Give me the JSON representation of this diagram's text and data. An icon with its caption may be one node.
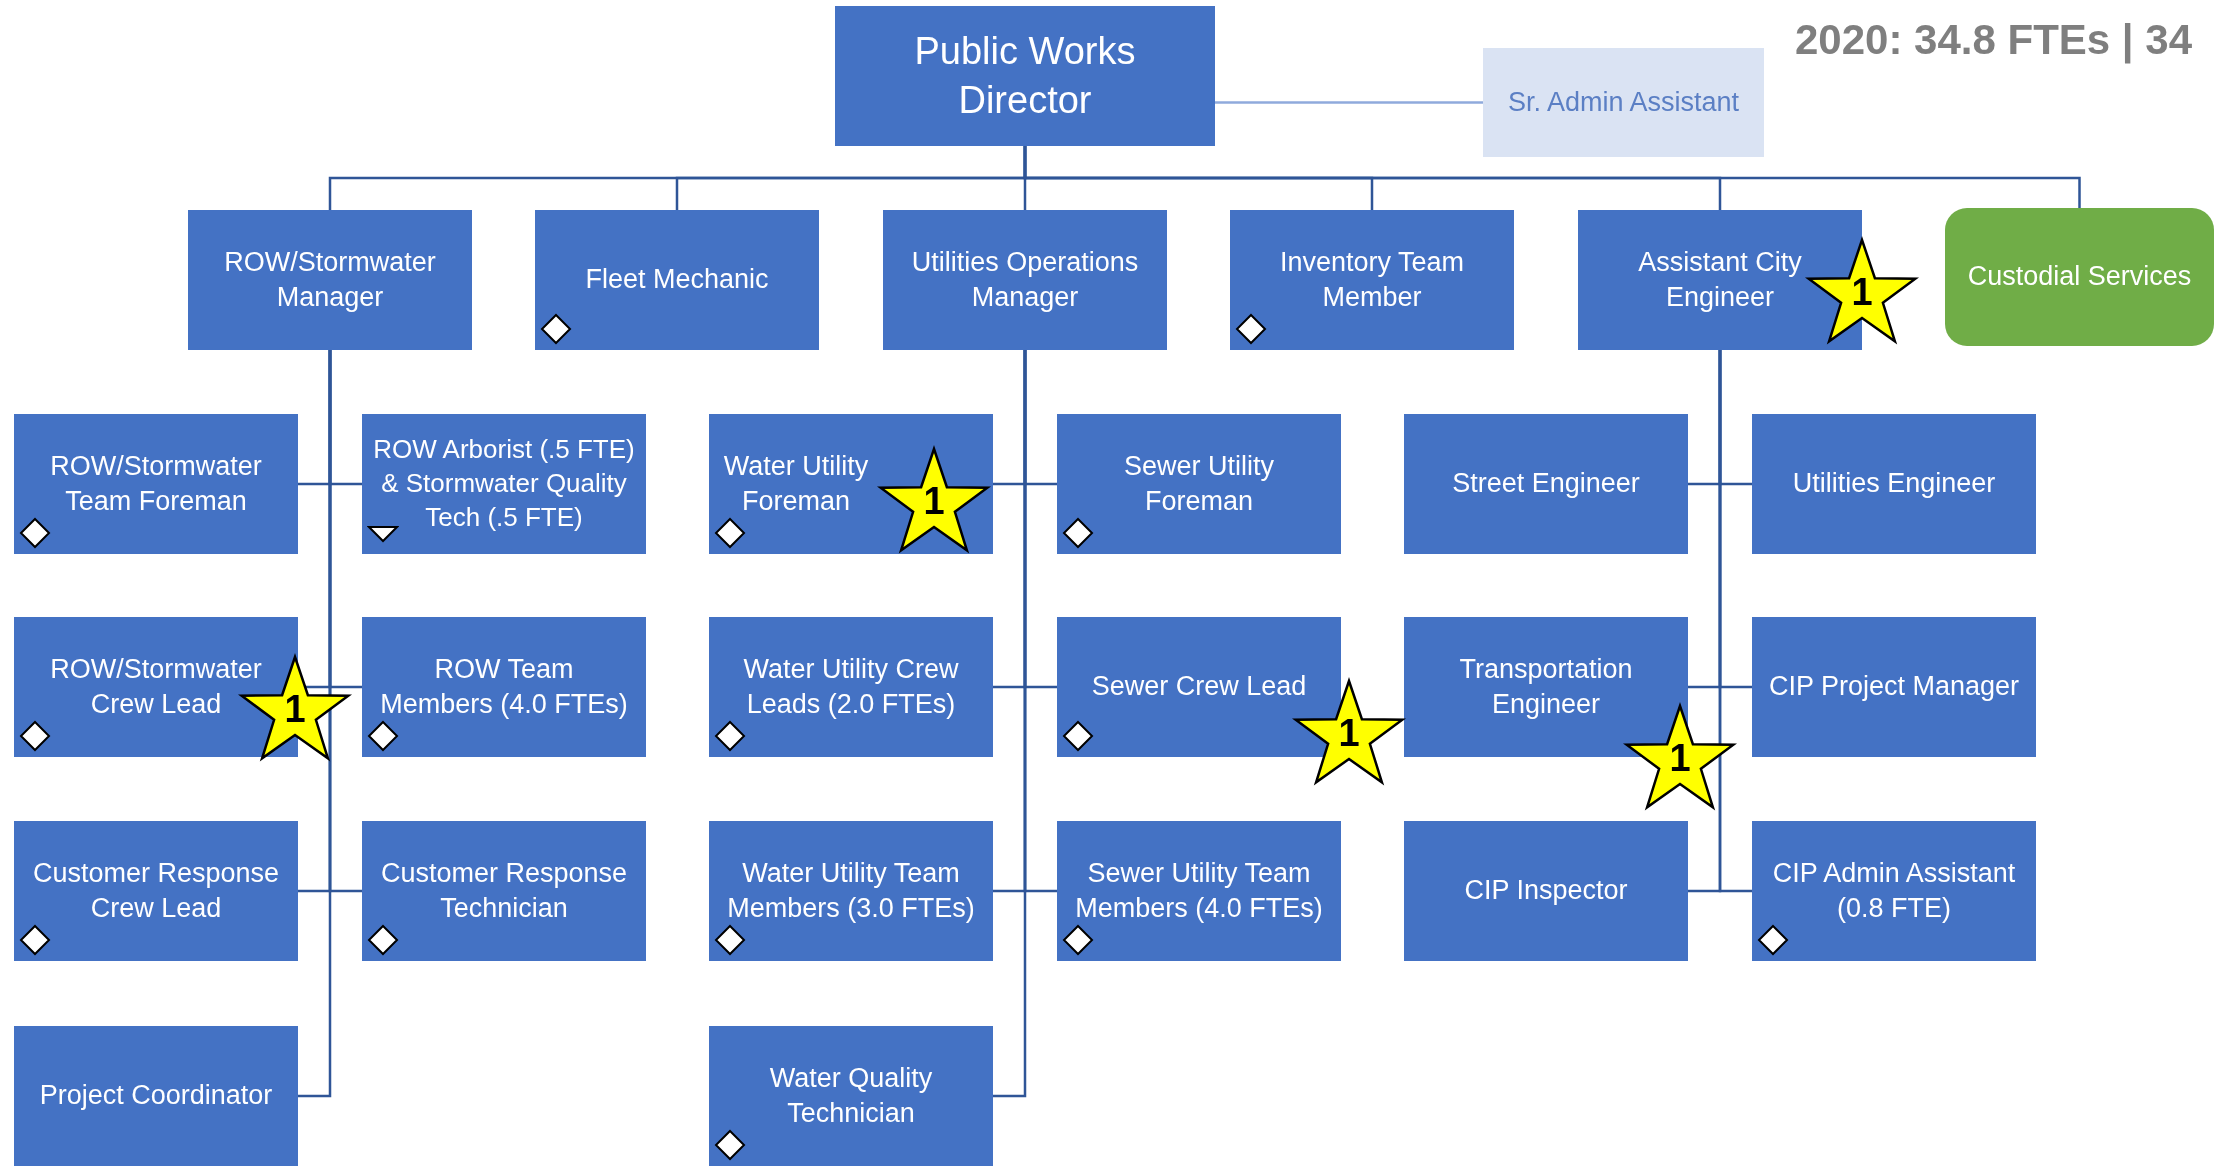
{
  "diagram": {
    "nodes": [
      {
        "text": [
          "Public Works Director"
        ]
      },
      {
        "text": [
          "Sr. Admin Assistant"
        ]
      },
      {
        "text": [
          "ROW/Stormwater Manager"
        ]
      },
      {
        "text": [
          "Fleet Mechanic"
        ]
      },
      {
        "text": [
          "Utilities Operations Manager"
        ]
      },
      {
        "text": [
          "Inventory Team Member"
        ]
      },
      {
        "text": [
          "Assistant City Engineer"
        ]
      },
      {
        "text": [
          "Custodial Services"
        ]
      },
      {
        "text": [
          "ROW/Stormwater Team Foreman"
        ]
      },
      {
        "text": [
          "ROW Arborist (.5 FTE) & Stormwater Quality Tech (.5 FTE)"
        ]
      },
      {
        "text": [
          "Water Utility Foreman"
        ]
      },
      {
        "text": [
          "Sewer Utility Foreman"
        ]
      },
      {
        "text": [
          "Street Engineer"
        ]
      },
      {
        "text": [
          "Utilities Engineer"
        ]
      },
      {
        "text": [
          "ROW/Stormwater Crew Lead"
        ]
      },
      {
        "text": [
          "ROW Team Members (4.0 FTEs)"
        ]
      },
      {
        "text": [
          "Water Utility Crew Leads (2.0 FTEs)"
        ]
      },
      {
        "text": [
          "Sewer Crew Lead"
        ]
      },
      {
        "text": [
          "Transportation Engineer"
        ]
      },
      {
        "text": [
          "CIP Project Manager"
        ]
      },
      {
        "text": [
          "Customer Response Crew Lead"
        ]
      },
      {
        "text": [
          "Customer Response Technician"
        ]
      },
      {
        "text": [
          "Water Utility Team Members (3.0 FTEs)"
        ]
      },
      {
        "text": [
          "Sewer Utility Team Members (4.0 FTEs)"
        ]
      },
      {
        "text": [
          "CIP Inspector"
        ]
      },
      {
        "text": [
          "CIP Admin Assistant (0.8 FTE)"
        ]
      },
      {
        "text": [
          "Project Coordinator"
        ]
      },
      {
        "text": [
          "Water Quality Technician"
        ]
      },
      {
        "text": [
          "1"
        ]
      },
      {
        "text": [
          "1"
        ],
        "in": 10
      },
      {
        "text": [
          "1"
        ]
      },
      {
        "text": [
          "1"
        ]
      },
      {
        "text": [
          "1"
        ]
      }
    ],
    "edges": [
      {
        "from": 0,
        "to": 1,
        "arrow": "none",
        "color": "#8faadc"
      },
      {
        "from": 0,
        "to": 2,
        "arrow": "none"
      },
      {
        "from": 0,
        "to": 3,
        "arrow": "none"
      },
      {
        "from": 0,
        "to": 4,
        "arrow": "none"
      },
      {
        "from": 0,
        "to": 5,
        "arrow": "none"
      },
      {
        "from": 0,
        "to": 6,
        "arrow": "none"
      },
      {
        "from": 0,
        "to": 7,
        "arrow": "none"
      },
      {
        "from": 2,
        "to": 8,
        "arrow": "none"
      },
      {
        "from": 2,
        "to": 9,
        "arrow": "none"
      },
      {
        "from": 2,
        "to": 14,
        "arrow": "none"
      },
      {
        "from": 2,
        "to": 15,
        "arrow": "none"
      },
      {
        "from": 2,
        "to": 20,
        "arrow": "none"
      },
      {
        "from": 2,
        "to": 21,
        "arrow": "none"
      },
      {
        "from": 2,
        "to": 26,
        "arrow": "none"
      },
      {
        "from": 4,
        "to": 10,
        "arrow": "none"
      },
      {
        "from": 4,
        "to": 11,
        "arrow": "none"
      },
      {
        "from": 4,
        "to": 16,
        "arrow": "none"
      },
      {
        "from": 4,
        "to": 17,
        "arrow": "none"
      },
      {
        "from": 4,
        "to": 22,
        "arrow": "none"
      },
      {
        "from": 4,
        "to": 23,
        "arrow": "none"
      },
      {
        "from": 4,
        "to": 27,
        "arrow": "none"
      },
      {
        "from": 6,
        "to": 12,
        "arrow": "none"
      },
      {
        "from": 6,
        "to": 13,
        "arrow": "none"
      },
      {
        "from": 6,
        "to": 18,
        "arrow": "none"
      },
      {
        "from": 6,
        "to": 19,
        "arrow": "none"
      },
      {
        "from": 6,
        "to": 24,
        "arrow": "none"
      },
      {
        "from": 6,
        "to": 25,
        "arrow": "none"
      }
    ],
    "labels": [
      "2020: 34.8 FTEs | 34"
    ]
  }
}
